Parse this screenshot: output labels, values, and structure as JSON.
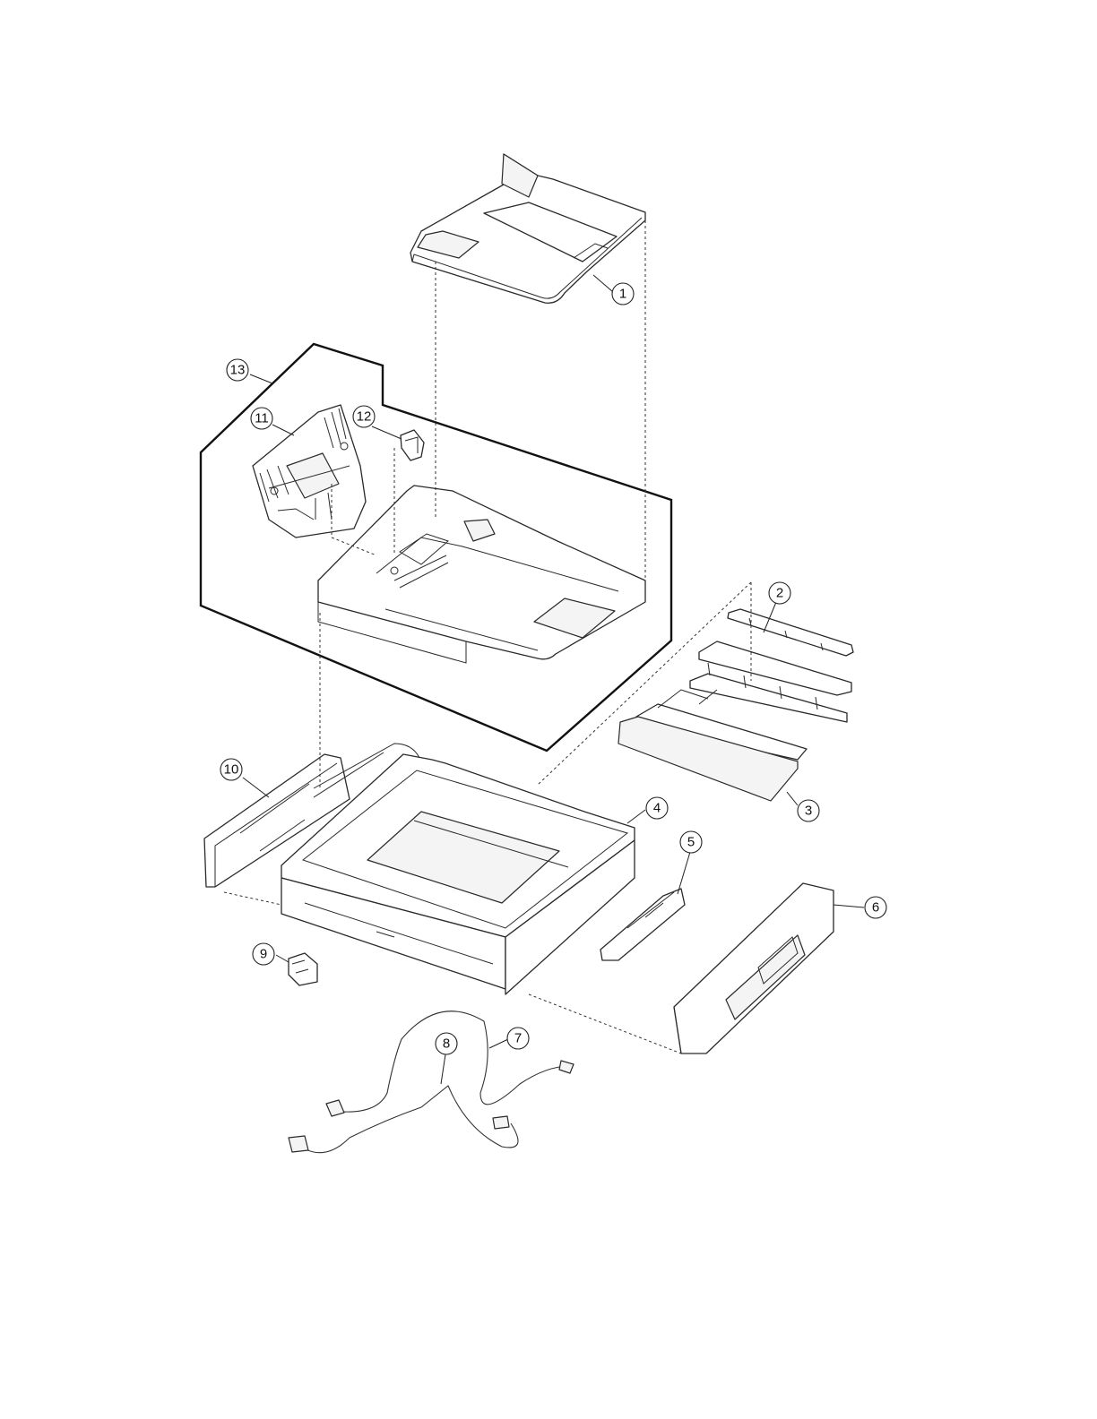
{
  "figure": {
    "type": "exploded-parts-diagram",
    "callouts": [
      {
        "id": "1",
        "label": "1"
      },
      {
        "id": "2",
        "label": "2"
      },
      {
        "id": "3",
        "label": "3"
      },
      {
        "id": "4",
        "label": "4"
      },
      {
        "id": "5",
        "label": "5"
      },
      {
        "id": "6",
        "label": "6"
      },
      {
        "id": "7",
        "label": "7"
      },
      {
        "id": "8",
        "label": "8"
      },
      {
        "id": "9",
        "label": "9"
      },
      {
        "id": "10",
        "label": "10"
      },
      {
        "id": "11",
        "label": "11"
      },
      {
        "id": "12",
        "label": "12"
      },
      {
        "id": "13",
        "label": "13"
      }
    ]
  }
}
